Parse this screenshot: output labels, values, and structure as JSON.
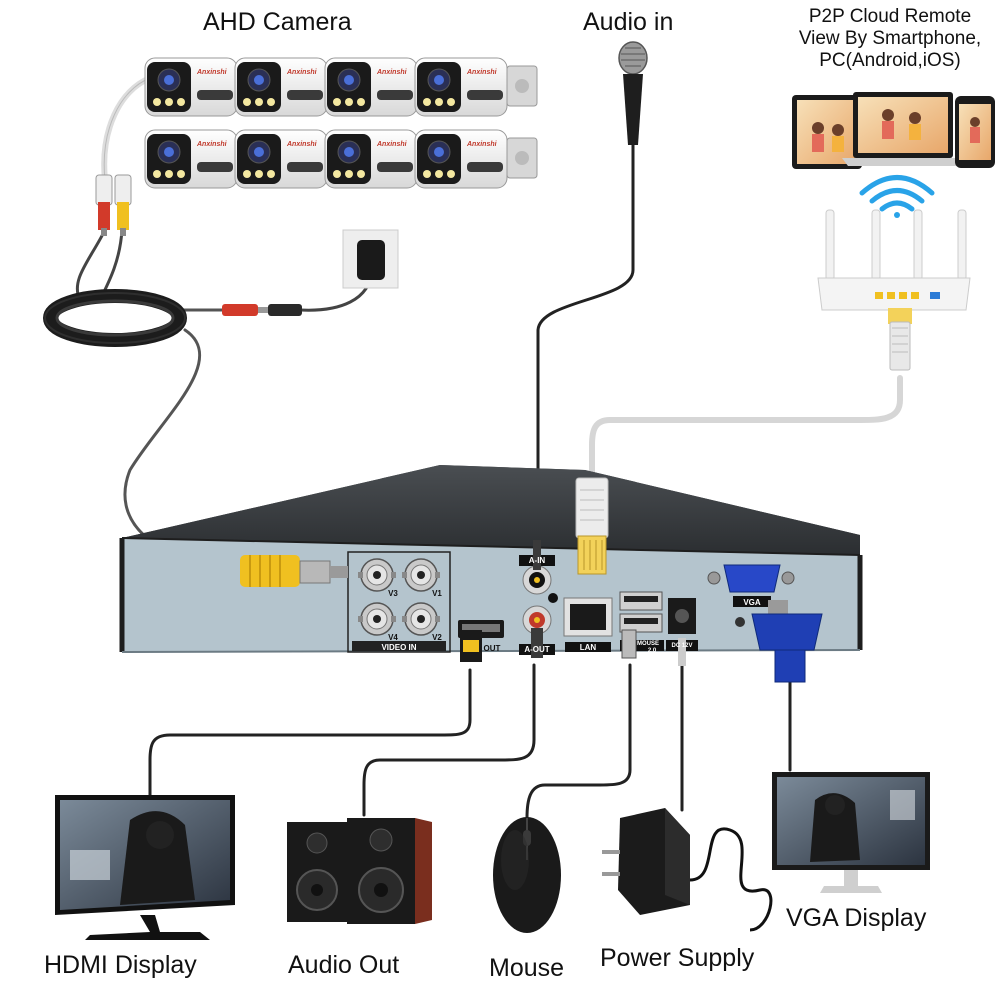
{
  "labels": {
    "ahd_camera": "AHD Camera",
    "audio_in": "Audio in",
    "p2p_line1": "P2P Cloud Remote",
    "p2p_line2": "View By Smartphone,",
    "p2p_line3": "PC(Android,iOS)",
    "hdmi_display": "HDMI Display",
    "audio_out": "Audio Out",
    "mouse": "Mouse",
    "power_supply": "Power Supply",
    "vga_display": "VGA Display"
  },
  "ports": {
    "video_in": "VIDEO IN",
    "v1": "V1",
    "v2": "V2",
    "v3": "V3",
    "v4": "V4",
    "hdmi_out": "OUT",
    "a_in": "A-IN",
    "a_out": "A-OUT",
    "lan": "LAN",
    "mouse": "MOUSE",
    "usb": "2.0",
    "dc": "DC 12V",
    "vga": "VGA"
  },
  "camera_brand": "Anxinshi",
  "colors": {
    "dvr_front": "#b3c3cc",
    "dvr_top": "#3a3d40",
    "cable": "#333333",
    "vga_connector": "#1f3fb4",
    "bnc_yellow": "#f0c020"
  }
}
